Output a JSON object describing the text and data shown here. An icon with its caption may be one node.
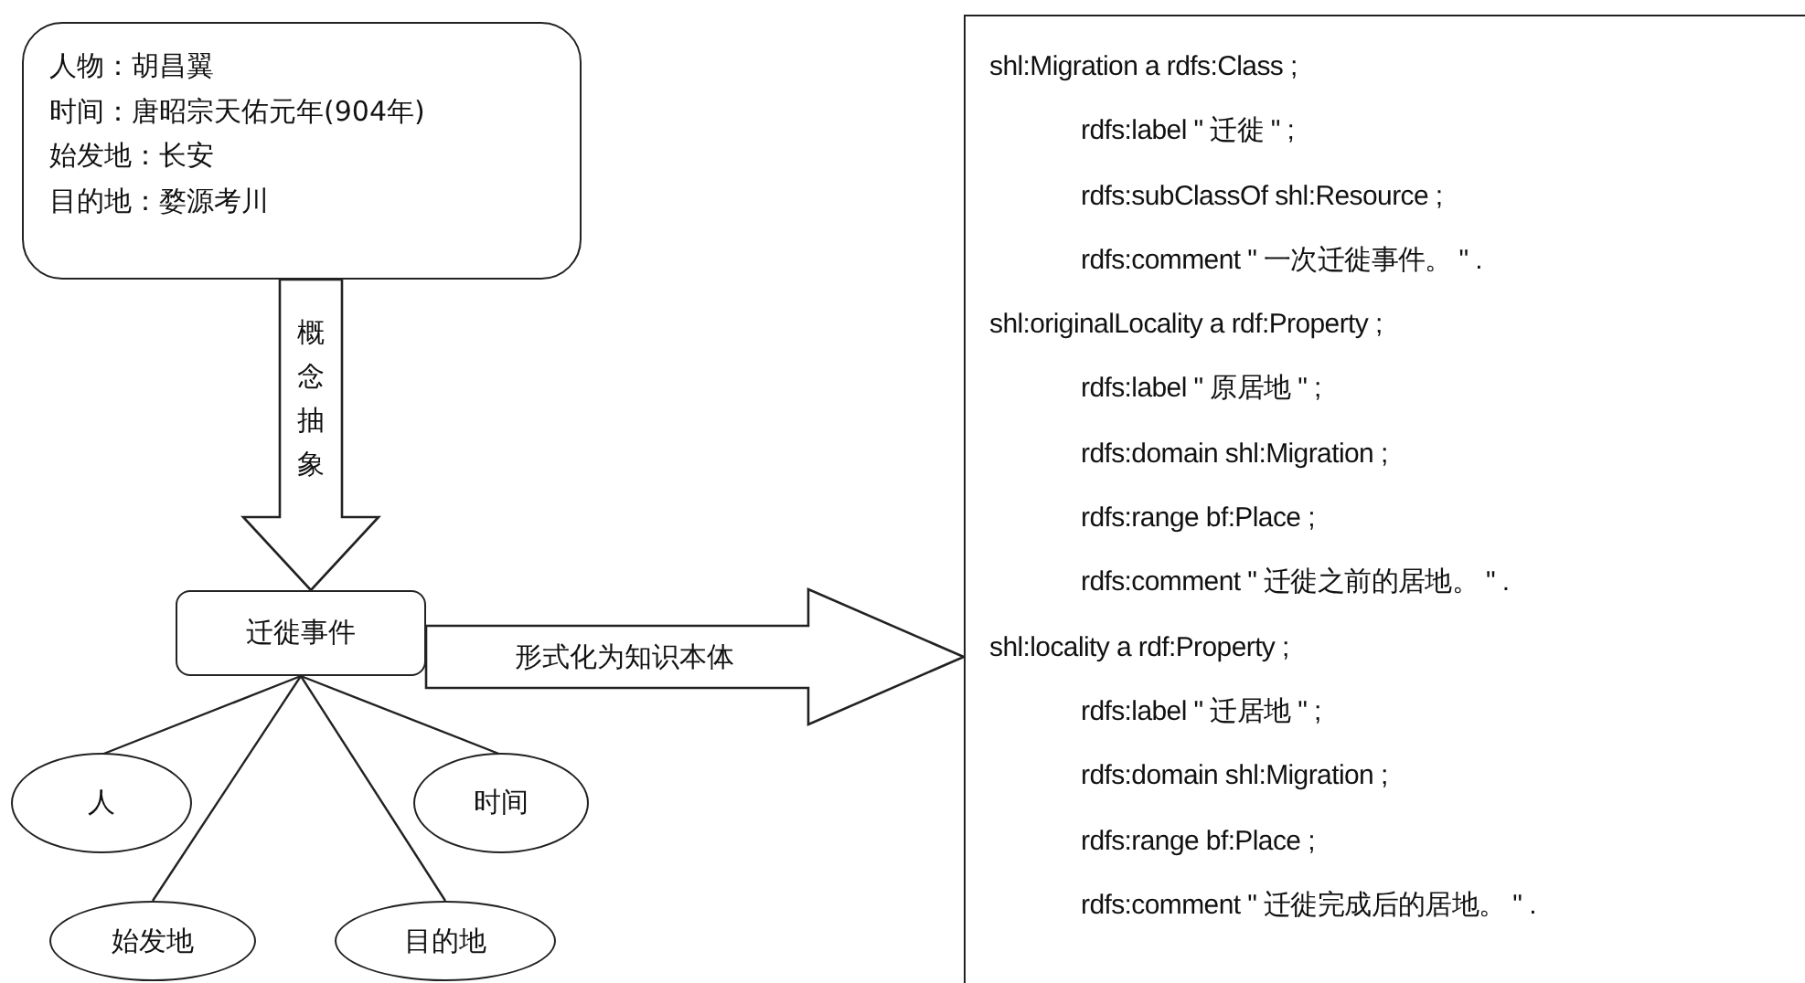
{
  "diagram": {
    "nodes": [
      {
        "text": [
          "人物：胡昌翼",
          "时间：唐昭宗天佑元年(904年)",
          "始发地：长安",
          "目的地：婺源考川"
        ]
      },
      {
        "text": [
          "迁徙事件"
        ]
      },
      {
        "text": [
          "人"
        ]
      },
      {
        "text": [
          "时间"
        ]
      },
      {
        "text": [
          "始发地"
        ]
      },
      {
        "text": [
          "目的地"
        ]
      },
      {
        "text": [
          "shl:Migration a rdfs:Class ;",
          "rdfs:label \" 迁徙 \" ;",
          "rdfs:subClassOf shl:Resource ;",
          "rdfs:comment \" 一次迁徙事件。 \" .",
          "shl:originalLocality a rdf:Property ;",
          "rdfs:label \" 原居地 \" ;",
          "rdfs:domain shl:Migration ;",
          "rdfs:range bf:Place ;",
          "rdfs:comment \" 迁徙之前的居地。 \" .",
          "shl:locality a rdf:Property ;",
          "rdfs:label \" 迁居地 \" ;",
          "rdfs:domain shl:Migration ;",
          "rdfs:range bf:Place ;",
          "rdfs:comment \" 迁徙完成后的居地。 \" ."
        ]
      }
    ],
    "edges": [
      {
        "from": 0,
        "to": 1,
        "arrow": "to",
        "label": "概念抽象",
        "style": "thick"
      },
      {
        "from": 1,
        "to": 6,
        "arrow": "to",
        "label": "形式化为知识本体",
        "style": "thick"
      },
      {
        "from": 1,
        "to": 2,
        "arrow": "none"
      },
      {
        "from": 1,
        "to": 3,
        "arrow": "none"
      },
      {
        "from": 1,
        "to": 4,
        "arrow": "none"
      },
      {
        "from": 1,
        "to": 5,
        "arrow": "none"
      }
    ]
  }
}
